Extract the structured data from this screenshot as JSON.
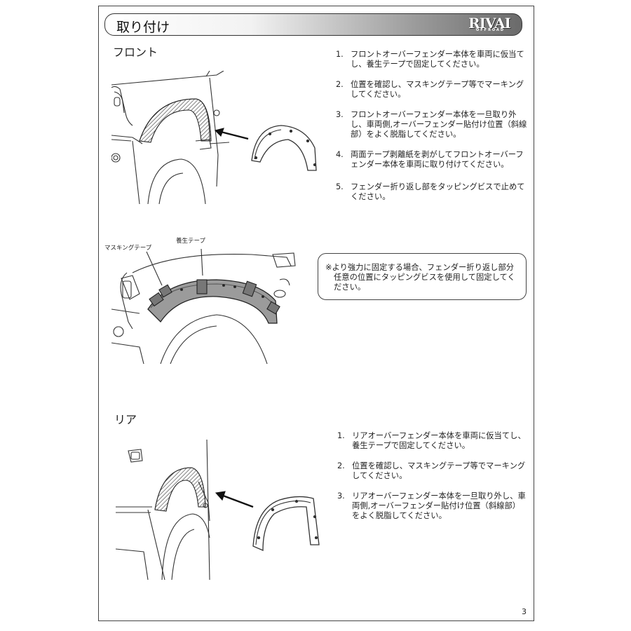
{
  "header": {
    "title": "取り付け",
    "logo_text": "RIVAI",
    "logo_sub": "OFFROAD"
  },
  "front": {
    "title": "フロント",
    "steps": [
      {
        "num": "1.",
        "text": "フロントオーバーフェンダー本体を車両に仮当てし、養生テープで固定してください。"
      },
      {
        "num": "2.",
        "text": "位置を確認し、マスキングテープ等でマーキングしてください。"
      },
      {
        "num": "3.",
        "text": "フロントオーバーフェンダー本体を一旦取り外し、車両側,オーバーフェンダー貼付け位置（斜線部）をよく脱脂してください。"
      },
      {
        "num": "4.",
        "text": "両面テープ剥離紙を剥がしてフロントオーバーフェンダー本体を車両に取り付けてください。"
      },
      {
        "num": "5.",
        "text": "フェンダー折り返し部をタッピングビスで止めてください。"
      }
    ],
    "callouts": {
      "masking": "マスキングテープ",
      "curing": "養生テープ"
    },
    "note": "※より強力に固定する場合、フェンダー折り返し部分任意の位置にタッピングビスを使用して固定してください。"
  },
  "rear": {
    "title": "リア",
    "steps": [
      {
        "num": "1.",
        "text": "リアオーバーフェンダー本体を車両に仮当てし、養生テープで固定してください。"
      },
      {
        "num": "2.",
        "text": "位置を確認し、マスキングテープ等でマーキングしてください。"
      },
      {
        "num": "3.",
        "text": "リアオーバーフェンダー本体を一旦取り外し、車両側,オーバーフェンダー貼付け位置（斜線部）をよく脱脂してください。"
      }
    ]
  },
  "page_number": "3"
}
